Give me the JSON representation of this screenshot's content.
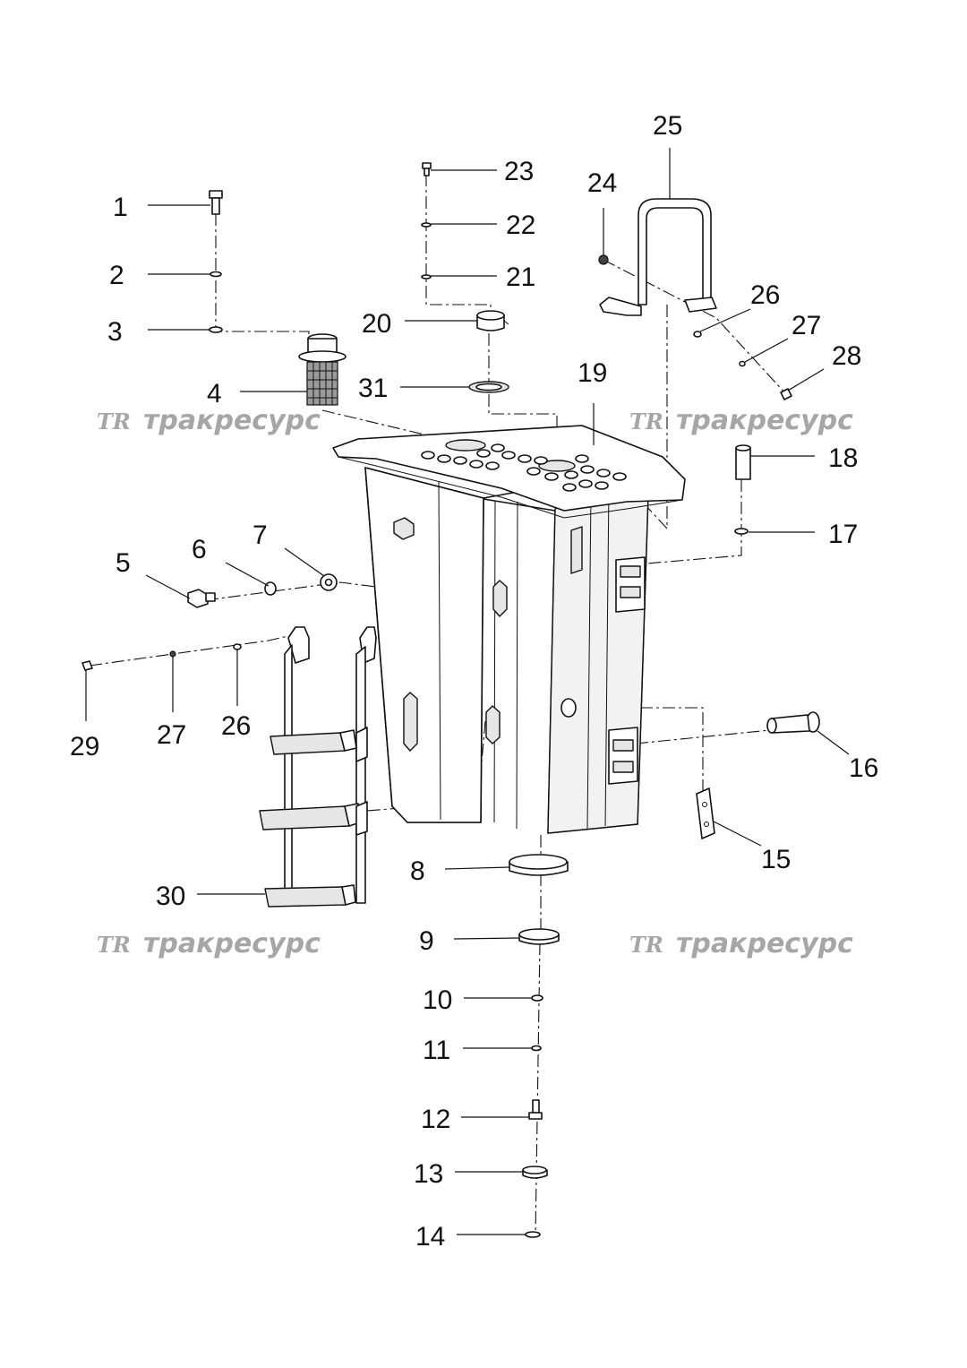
{
  "watermark": {
    "logo": "TR",
    "text": "тракресурс"
  },
  "callouts": [
    {
      "id": "1",
      "label": "1"
    },
    {
      "id": "2",
      "label": "2"
    },
    {
      "id": "3",
      "label": "3"
    },
    {
      "id": "4",
      "label": "4"
    },
    {
      "id": "5",
      "label": "5"
    },
    {
      "id": "6",
      "label": "6"
    },
    {
      "id": "7",
      "label": "7"
    },
    {
      "id": "8",
      "label": "8"
    },
    {
      "id": "9",
      "label": "9"
    },
    {
      "id": "10",
      "label": "10"
    },
    {
      "id": "11",
      "label": "11"
    },
    {
      "id": "12",
      "label": "12"
    },
    {
      "id": "13",
      "label": "13"
    },
    {
      "id": "14",
      "label": "14"
    },
    {
      "id": "15",
      "label": "15"
    },
    {
      "id": "16",
      "label": "16"
    },
    {
      "id": "17",
      "label": "17"
    },
    {
      "id": "18",
      "label": "18"
    },
    {
      "id": "19",
      "label": "19"
    },
    {
      "id": "20",
      "label": "20"
    },
    {
      "id": "21",
      "label": "21"
    },
    {
      "id": "22",
      "label": "22"
    },
    {
      "id": "23",
      "label": "23"
    },
    {
      "id": "24",
      "label": "24"
    },
    {
      "id": "25",
      "label": "25"
    },
    {
      "id": "26a",
      "label": "26"
    },
    {
      "id": "27a",
      "label": "27"
    },
    {
      "id": "28",
      "label": "28"
    },
    {
      "id": "26b",
      "label": "26"
    },
    {
      "id": "27b",
      "label": "27"
    },
    {
      "id": "29",
      "label": "29"
    },
    {
      "id": "30",
      "label": "30"
    },
    {
      "id": "31",
      "label": "31"
    }
  ]
}
